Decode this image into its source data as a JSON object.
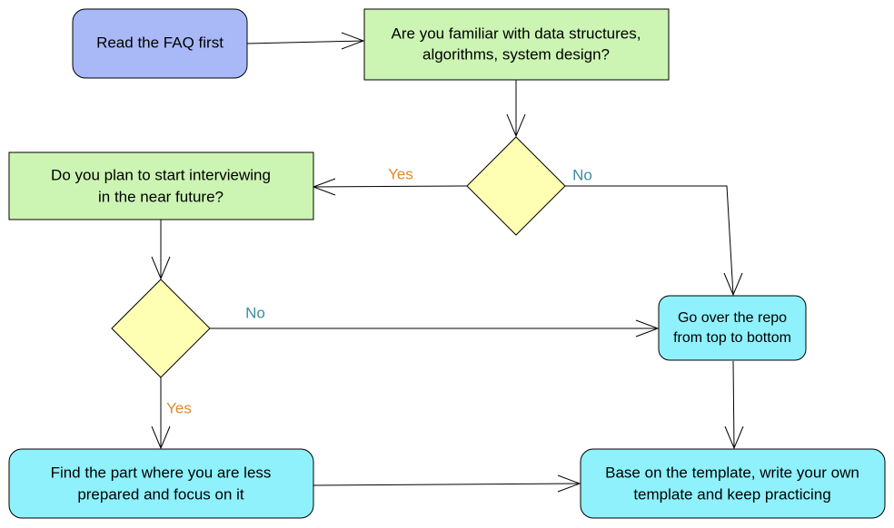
{
  "colors": {
    "start_fill": "#a9b8f7",
    "process_fill": "#ccf5b4",
    "decision_fill": "#ffffb3",
    "action_fill": "#8ff1fb",
    "stroke": "#000000",
    "yes_label": "#e08a2c",
    "no_label": "#3a8ca0"
  },
  "nodes": {
    "faq": {
      "line1": "Read the FAQ first"
    },
    "familiar": {
      "line1": "Are you familiar with data structures,",
      "line2": "algorithms, system design?"
    },
    "interviewing": {
      "line1": "Do you plan to start interviewing",
      "line2": "in the near future?"
    },
    "repo": {
      "line1": "Go over the repo",
      "line2": "from top to bottom"
    },
    "find_part": {
      "line1": "Find the part where you are less",
      "line2": "prepared and focus on it"
    },
    "template": {
      "line1": "Base on the template, write your own",
      "line2": "template and keep practicing"
    }
  },
  "edge_labels": {
    "d1_yes": "Yes",
    "d1_no": "No",
    "d2_no": "No",
    "d2_yes": "Yes"
  }
}
